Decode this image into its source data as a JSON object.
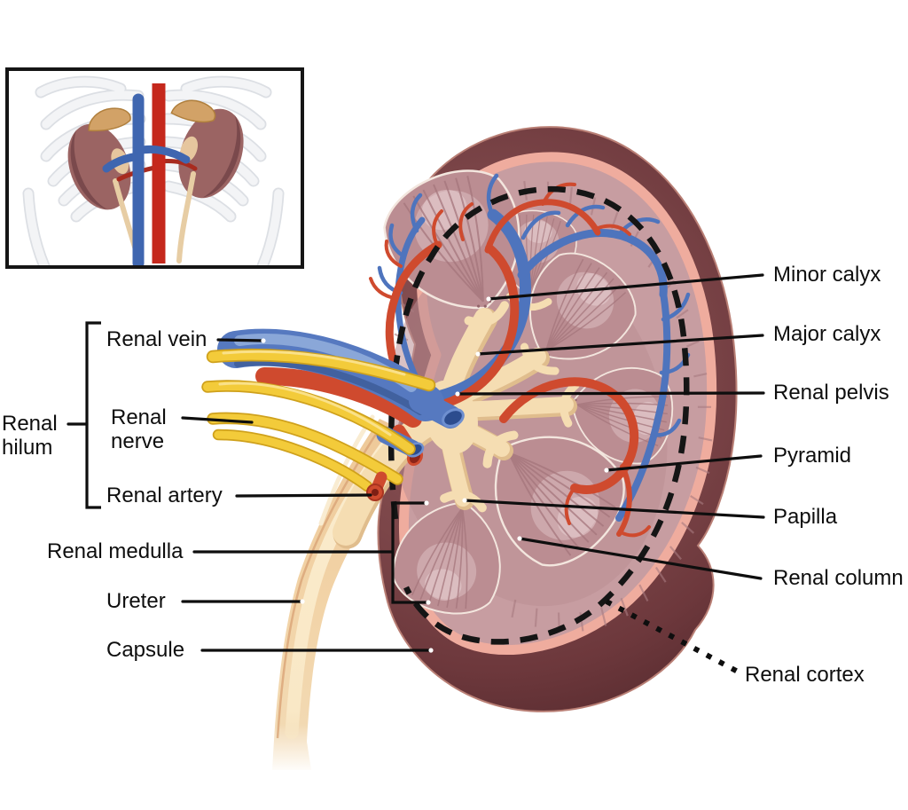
{
  "figure": {
    "type": "anatomical-diagram",
    "subject": "Internal anatomy of the kidney (frontal section) with torso location inset"
  },
  "labels": {
    "renal_vein": "Renal vein",
    "renal_nerve_line1": "Renal",
    "renal_nerve_line2": "nerve",
    "renal_hilum_line1": "Renal",
    "renal_hilum_line2": "hilum",
    "renal_artery": "Renal artery",
    "renal_medulla": "Renal medulla",
    "ureter": "Ureter",
    "capsule": "Capsule",
    "minor_calyx": "Minor calyx",
    "major_calyx": "Major calyx",
    "renal_pelvis": "Renal pelvis",
    "pyramid": "Pyramid",
    "papilla": "Papilla",
    "renal_column": "Renal column",
    "renal_cortex": "Renal cortex"
  },
  "colors": {
    "artery_red": "#cf4a2e",
    "aorta_red": "#c5281c",
    "vein_blue": "#5679c0",
    "ivc_blue": "#3f66b0",
    "nerve_yellow": "#f3cb3a",
    "pelvis_cream": "#f5ddb2",
    "cortex_pink": "#c79da1",
    "pyramid_mauve": "#bb8d92",
    "capsule_salmon": "#efac9e",
    "kidney_outer_maroon": "#6d383c",
    "ureter_tan": "#f0cf9f",
    "leader_black": "#0e0e0e",
    "background": "#ffffff"
  }
}
